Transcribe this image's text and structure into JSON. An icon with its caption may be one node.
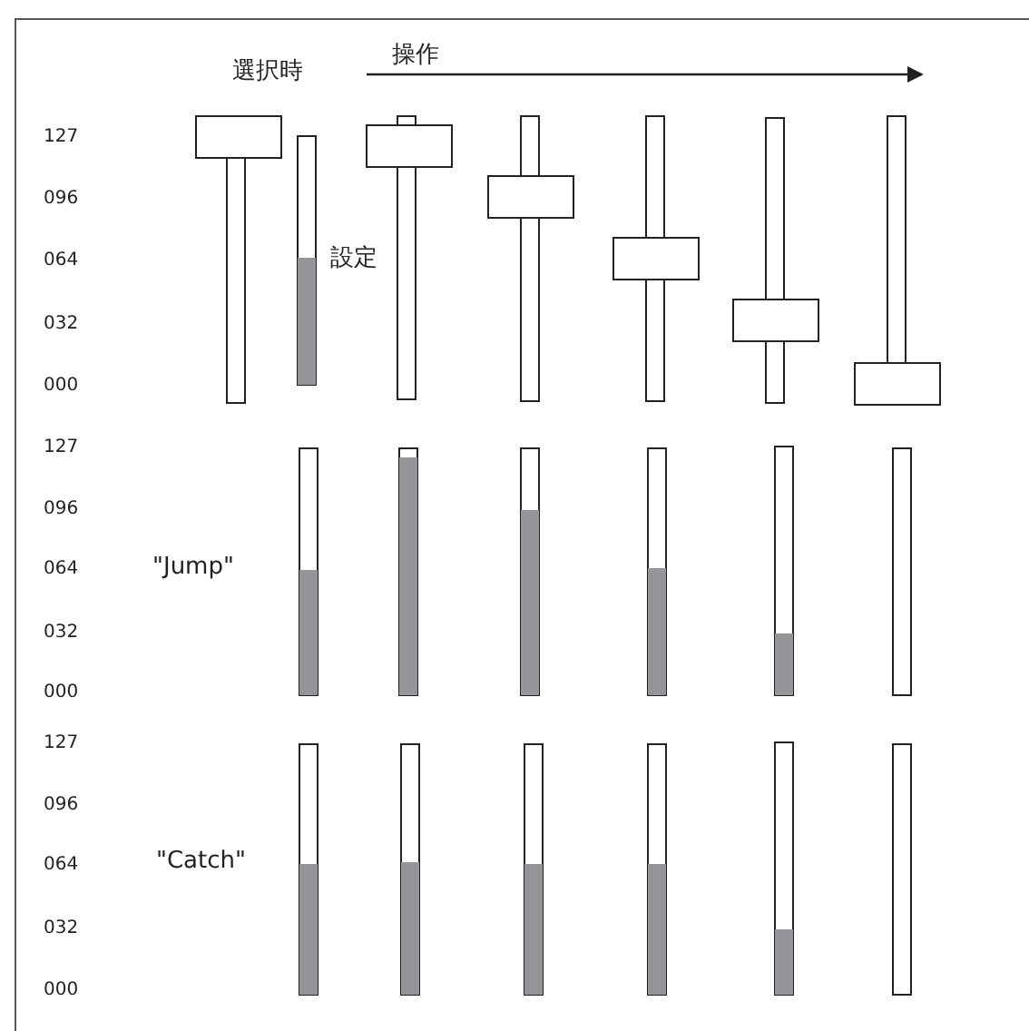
{
  "diagram": {
    "labels": [
      "選択時",
      "操作",
      "127",
      "096",
      "064",
      "設定",
      "032",
      "000",
      "127",
      "096",
      "064",
      "\"Jump\"",
      "032",
      "000",
      "127",
      "096",
      "064",
      "\"Catch\"",
      "032",
      "000"
    ]
  }
}
